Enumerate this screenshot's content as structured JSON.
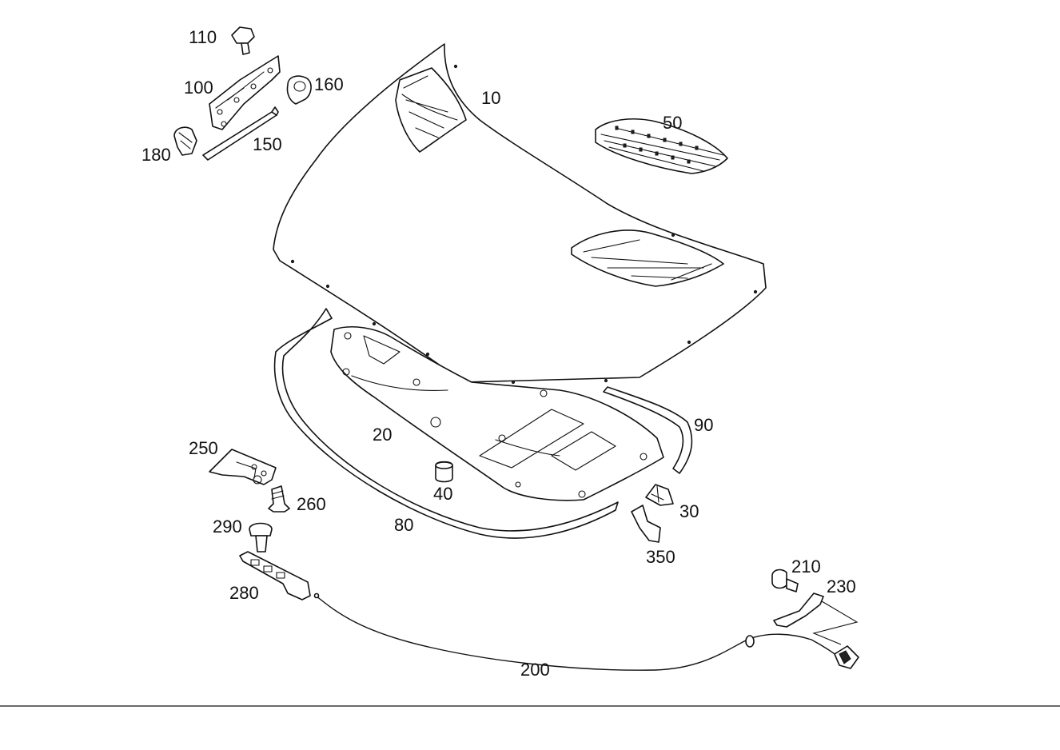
{
  "diagram": {
    "part_labels": {
      "p10": "10",
      "p20": "20",
      "p30": "30",
      "p40": "40",
      "p50": "50",
      "p80": "80",
      "p90": "90",
      "p100": "100",
      "p110": "110",
      "p150": "150",
      "p160": "160",
      "p180": "180",
      "p200": "200",
      "p210": "210",
      "p230": "230",
      "p250": "250",
      "p260": "260",
      "p280": "280",
      "p290": "290",
      "p350": "350"
    }
  }
}
